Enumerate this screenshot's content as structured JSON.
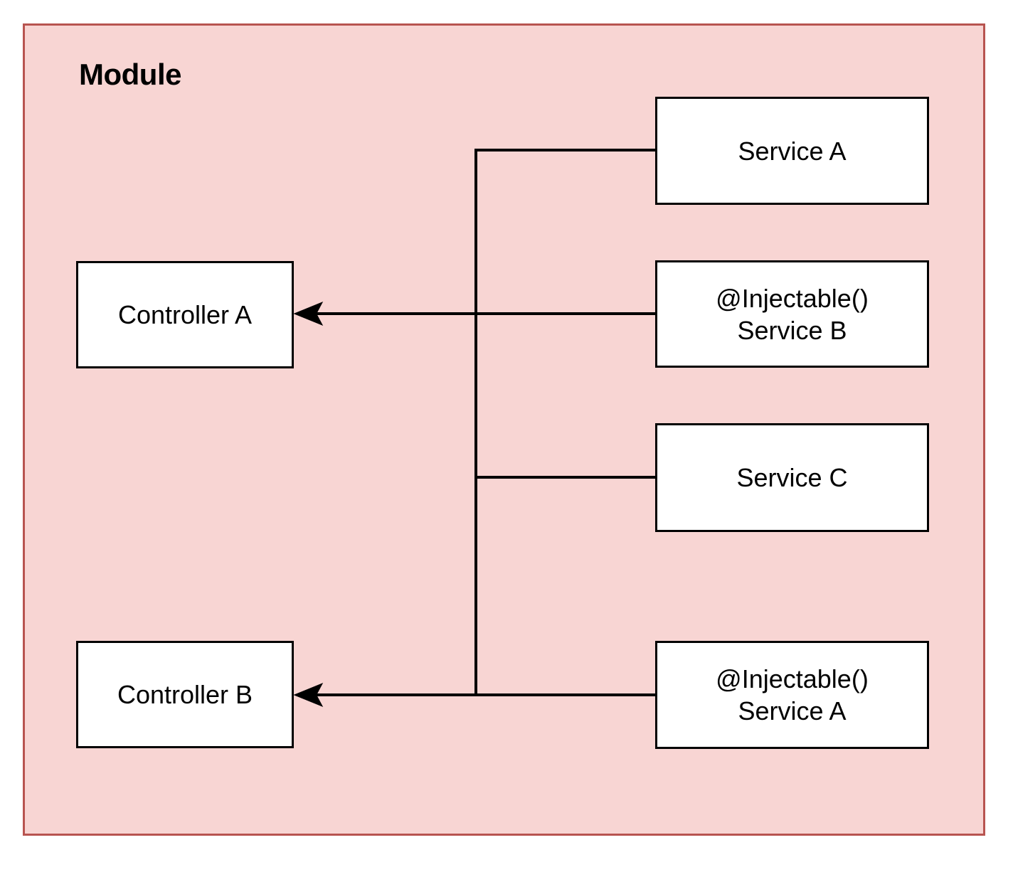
{
  "diagram": {
    "type": "architecture-block-diagram",
    "title": "Module",
    "background_color": "#f8d5d3",
    "frame_border_color": "#b85450",
    "node_fill_color": "#ffffff",
    "node_border_color": "#000000",
    "connector_color": "#000000"
  },
  "nodes": {
    "controller_a": {
      "label": "Controller A"
    },
    "controller_b": {
      "label": "Controller B"
    },
    "service_a": {
      "label": "Service A"
    },
    "service_b": {
      "line1": "@Injectable()",
      "line2": "Service B"
    },
    "service_c": {
      "label": "Service C"
    },
    "service_a_injectable": {
      "line1": "@Injectable()",
      "line2": "Service A"
    }
  },
  "connectors": [
    {
      "name": "service-a-to-trunk",
      "from": "service_a",
      "to": "trunk",
      "arrow": false
    },
    {
      "name": "service-b-to-controller-a",
      "from": "service_b",
      "to": "controller_a",
      "arrow": true
    },
    {
      "name": "service-c-to-trunk",
      "from": "service_c",
      "to": "trunk",
      "arrow": false
    },
    {
      "name": "service-a-injectable-to-controller-b",
      "from": "service_a_injectable",
      "to": "controller_b",
      "arrow": true
    },
    {
      "name": "vertical-trunk",
      "from": "service_a",
      "to": "controller_b",
      "arrow": false
    }
  ]
}
